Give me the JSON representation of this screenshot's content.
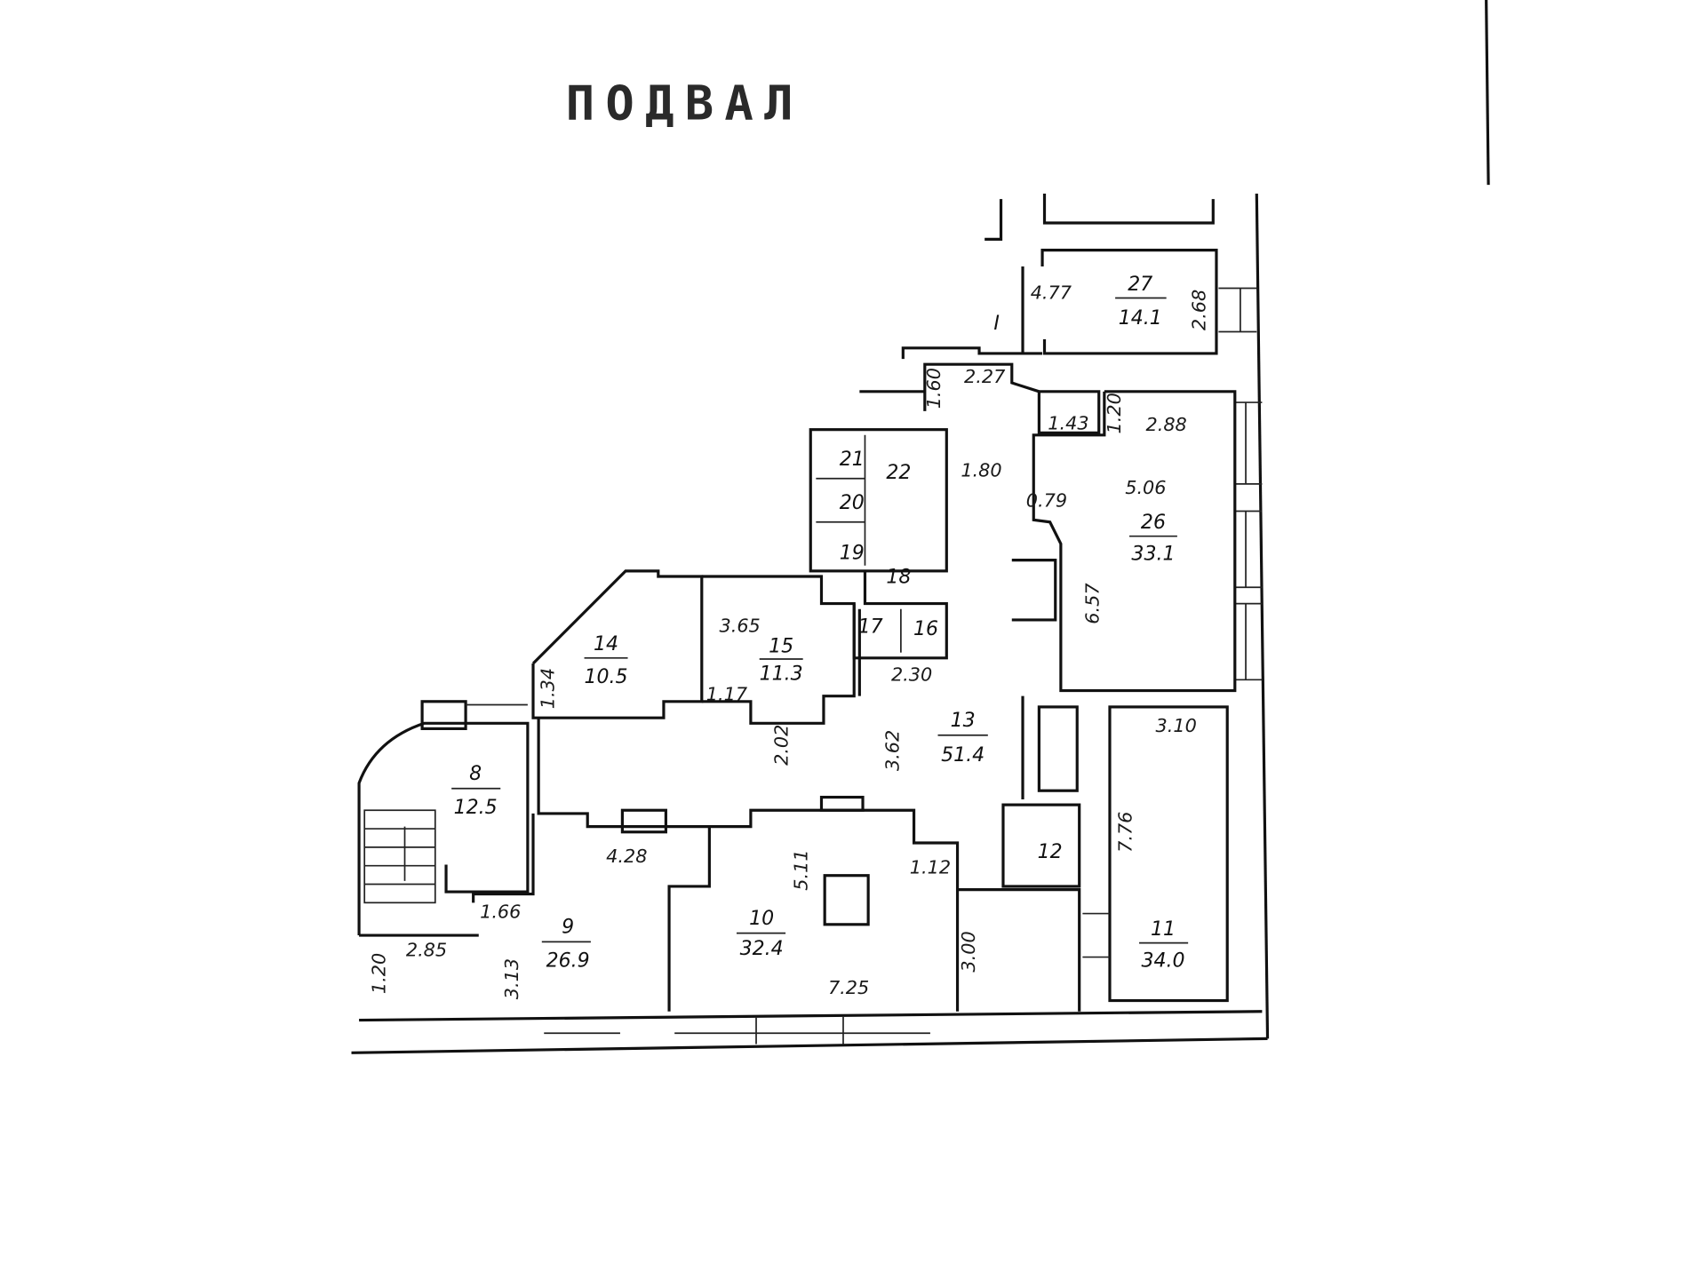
{
  "title": "ПОДВАЛ",
  "colors": {
    "ink": "#111111",
    "paper": "#ffffff"
  },
  "rooms": [
    {
      "number": "8",
      "area": "12.5"
    },
    {
      "number": "9",
      "area": "26.9"
    },
    {
      "number": "10",
      "area": "32.4"
    },
    {
      "number": "11",
      "area": "34.0"
    },
    {
      "number": "12"
    },
    {
      "number": "13",
      "area": "51.4"
    },
    {
      "number": "14",
      "area": "10.5"
    },
    {
      "number": "15",
      "area": "11.3"
    },
    {
      "number": "16"
    },
    {
      "number": "17"
    },
    {
      "number": "18"
    },
    {
      "number": "19"
    },
    {
      "number": "20"
    },
    {
      "number": "21"
    },
    {
      "number": "22"
    },
    {
      "number": "26",
      "area": "33.1"
    },
    {
      "number": "27",
      "area": "14.1"
    }
  ],
  "marker": "I",
  "dimensions": {
    "d477": "4.77",
    "d268": "2.68",
    "d227": "2.27",
    "d160": "1.60",
    "d143": "1.43",
    "d120a": "1.20",
    "d288": "2.88",
    "d180": "1.80",
    "d079": "0.79",
    "d506": "5.06",
    "d657": "6.57",
    "d365": "3.65",
    "d117": "1.17",
    "d134": "1.34",
    "d230": "2.30",
    "d362": "3.62",
    "d202": "2.02",
    "d310": "3.10",
    "d776": "7.76",
    "d428": "4.28",
    "d511": "5.11",
    "d112": "1.12",
    "d166": "1.66",
    "d285": "2.85",
    "d120b": "1.20",
    "d313": "3.13",
    "d300": "3.00",
    "d725": "7.25"
  }
}
